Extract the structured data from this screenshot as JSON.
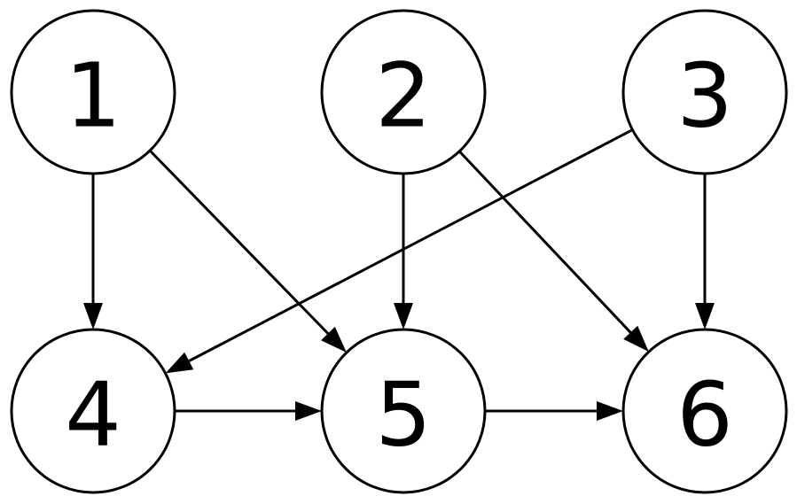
{
  "diagram": {
    "nodes": [
      {
        "id": "1",
        "label": "1"
      },
      {
        "id": "2",
        "label": "2"
      },
      {
        "id": "3",
        "label": "3"
      },
      {
        "id": "4",
        "label": "4"
      },
      {
        "id": "5",
        "label": "5"
      },
      {
        "id": "6",
        "label": "6"
      }
    ],
    "edges": [
      {
        "from": "1",
        "to": "4"
      },
      {
        "from": "1",
        "to": "5"
      },
      {
        "from": "2",
        "to": "5"
      },
      {
        "from": "2",
        "to": "6"
      },
      {
        "from": "3",
        "to": "4"
      },
      {
        "from": "3",
        "to": "6"
      },
      {
        "from": "4",
        "to": "5"
      },
      {
        "from": "5",
        "to": "6"
      }
    ]
  },
  "colors": {
    "stroke": "#000000",
    "fill": "#ffffff"
  }
}
